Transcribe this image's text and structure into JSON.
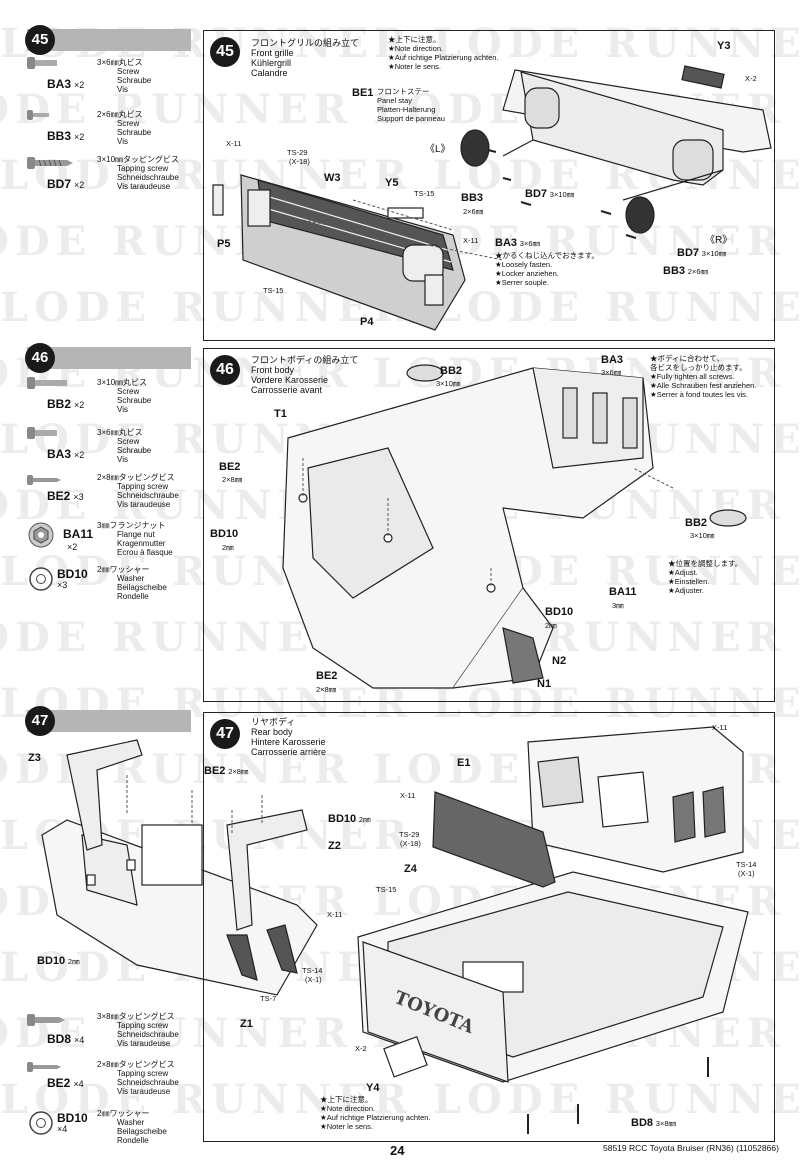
{
  "watermark": [
    "LODE RUNNER LODE RUNNER",
    "LODE RUNNER LODE RUNNER",
    "LODE RUNNER LODE RUNNER",
    "LODE RUNNER LODE RUNNER",
    "LODE RUNNER LODE RUNNER",
    "LODE RUNNER LODE RUNNER",
    "LODE RUNNER LODE RUNNER",
    "LODE RUNNER LODE RUNNER",
    "LODE RUNNER LODE RUNNER",
    "LODE RUNNER LODE RUNNER",
    "LODE RUNNER LODE RUNNER",
    "LODE RUNNER LODE RUNNER",
    "LODE RUNNER LODE RUNNER",
    "LODE RUNNER LODE RUNNER",
    "LODE RUNNER LODE RUNNER",
    "LODE RUNNER LODE RUNNER",
    "LODE RUNNER LODE RUNNER"
  ],
  "steps": [
    {
      "num": "45",
      "title_jp": "フロントグリルの組み立て",
      "title_en": "Front grille",
      "title_de": "Kühlergrill",
      "title_fr": "Calandre",
      "parts": [
        {
          "code": "BA3",
          "qty": "×2",
          "jp": "3×6㎜丸ビス",
          "en": "Screw",
          "de": "Schraube",
          "fr": "Vis"
        },
        {
          "code": "BB3",
          "qty": "×2",
          "jp": "2×6㎜丸ビス",
          "en": "Screw",
          "de": "Schraube",
          "fr": "Vis"
        },
        {
          "code": "BD7",
          "qty": "×2",
          "jp": "3×10㎜タッピングビス",
          "en": "Tapping screw",
          "de": "Schneidschraube",
          "fr": "Vis taraudeuse"
        }
      ],
      "labels": {
        "x11a": "X-11",
        "ts29": "TS-29",
        "x18": "(X-18)",
        "w3": "W3",
        "y5": "Y5",
        "ts15a": "TS-15",
        "p5": "P5",
        "ts15b": "TS-15",
        "p4": "P4",
        "x11b": "X-11",
        "be1": "BE1",
        "be1_jp": "フロントステー",
        "be1_en": "Panel stay",
        "be1_de": "Platten-Halterung",
        "be1_fr": "Support de panneau",
        "y3": "Y3",
        "x2": "X-2",
        "l": "《L》",
        "r": "《R》",
        "bb3": "BB3",
        "bb3_size": "2×6㎜",
        "bd7a": "BD7",
        "bd7a_size": "3×10㎜",
        "ba3": "BA3",
        "ba3_size": "3×6㎜",
        "bd7b": "BD7",
        "bd7b_size": "3×10㎜",
        "bb3b": "BB3",
        "bb3b_size": "2×6㎜"
      },
      "note_top": [
        "★上下に注意。",
        "★Note direction.",
        "★Auf richtige Platzierung achten.",
        "★Noter le sens."
      ],
      "note_loose": [
        "★かるくねじ込んでおきます。",
        "★Loosely fasten.",
        "★Locker anziehen.",
        "★Serrer souple."
      ]
    },
    {
      "num": "46",
      "title_jp": "フロントボディの組み立て",
      "title_en": "Front body",
      "title_de": "Vordere Karosserie",
      "title_fr": "Carrosserie avant",
      "parts": [
        {
          "code": "BB2",
          "qty": "×2",
          "jp": "3×10㎜丸ビス",
          "en": "Screw",
          "de": "Schraube",
          "fr": "Vis"
        },
        {
          "code": "BA3",
          "qty": "×2",
          "jp": "3×6㎜丸ビス",
          "en": "Screw",
          "de": "Schraube",
          "fr": "Vis"
        },
        {
          "code": "BE2",
          "qty": "×3",
          "jp": "2×8㎜タッピングビス",
          "en": "Tapping screw",
          "de": "Schneidschraube",
          "fr": "Vis taraudeuse"
        },
        {
          "code": "BA11",
          "qty": "×2",
          "jp": "3㎜フランジナット",
          "en": "Flange nut",
          "de": "Kragenmutter",
          "fr": "Ecrou à flasque"
        },
        {
          "code": "BD10",
          "qty": "×3",
          "jp": "2㎜ワッシャー",
          "en": "Washer",
          "de": "Beilagscheibe",
          "fr": "Rondelle"
        }
      ],
      "labels": {
        "bb2a": "BB2",
        "bb2a_size": "3×10㎜",
        "ba3": "BA3",
        "ba3_size": "3×6㎜",
        "t1": "T1",
        "be2a": "BE2",
        "be2a_size": "2×8㎜",
        "bd10a": "BD10",
        "bd10a_size": "2㎜",
        "bb2b": "BB2",
        "bb2b_size": "3×10㎜",
        "ba11": "BA11",
        "ba11_size": "3㎜",
        "bd10b": "BD10",
        "bd10b_size": "2㎜",
        "n2": "N2",
        "n1": "N1",
        "be2b": "BE2",
        "be2b_size": "2×8㎜"
      },
      "note_tighten": [
        "★ボディに合わせて、",
        "各ビスをしっかり止めます。",
        "★Fully tighten all screws.",
        "★Alle Schrauben fest anziehen.",
        "★Serrer à fond toutes les vis."
      ],
      "note_adjust": [
        "★位置を調整します。",
        "★Adjust.",
        "★Einstellen.",
        "★Adjuster."
      ]
    },
    {
      "num": "47",
      "title_jp": "リヤボディ",
      "title_en": "Rear body",
      "title_de": "Hintere Karosserie",
      "title_fr": "Carrosserie arrière",
      "parts": [
        {
          "code": "BD8",
          "qty": "×4",
          "jp": "3×8㎜タッピングビス",
          "en": "Tapping screw",
          "de": "Schneidschraube",
          "fr": "Vis taraudeuse"
        },
        {
          "code": "BE2",
          "qty": "×4",
          "jp": "2×8㎜タッピングビス",
          "en": "Tapping screw",
          "de": "Schneidschraube",
          "fr": "Vis taraudeuse"
        },
        {
          "code": "BD10",
          "qty": "×4",
          "jp": "2㎜ワッシャー",
          "en": "Washer",
          "de": "Beilagscheibe",
          "fr": "Rondelle"
        }
      ],
      "labels": {
        "z3": "Z3",
        "be2": "BE2",
        "be2_size": "2×8㎜",
        "bd10a": "BD10",
        "bd10a_size": "2㎜",
        "z2": "Z2",
        "x11": "X-11",
        "ts14": "TS-14",
        "x1": "(X-1)",
        "ts7": "TS-7",
        "z1": "Z1",
        "bd10b": "BD10",
        "bd10b_size": "2㎜",
        "e1": "E1",
        "x11b": "X-11",
        "ts29": "TS-29",
        "x18": "(X-18)",
        "z4": "Z4",
        "ts15": "TS-15",
        "x11c": "X-11",
        "ts14b": "TS-14",
        "x1b": "(X-1)",
        "x2": "X-2",
        "y4": "Y4",
        "bd8": "BD8",
        "bd8_size": "3×8㎜",
        "toyota": "TOYOTA"
      },
      "note_dir": [
        "★上下に注意。",
        "★Note direction.",
        "★Auf richtige Platzierung achten.",
        "★Noter le sens."
      ]
    }
  ],
  "footer": {
    "page": "24",
    "code": "58519 RCC Toyota Bruiser (RN36) (11052866)"
  }
}
